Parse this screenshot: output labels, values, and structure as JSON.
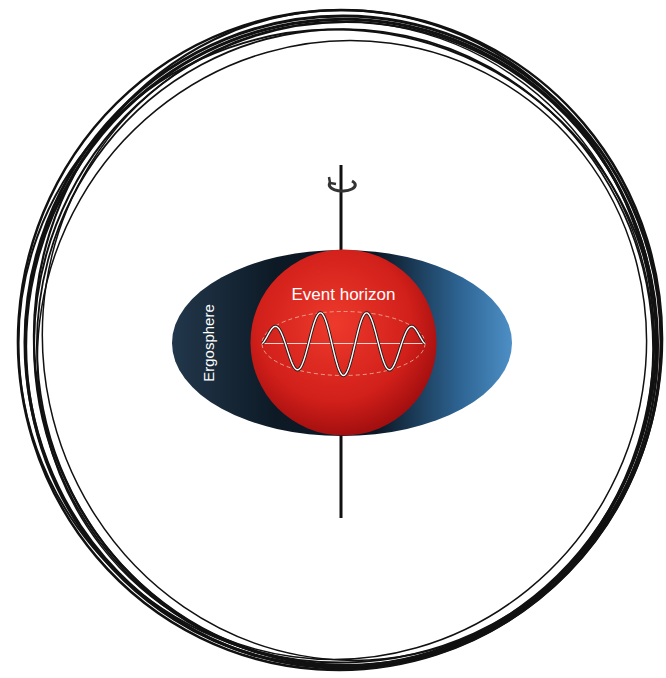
{
  "diagram": {
    "nodes": [
      {
        "text": [
          "Ergosphere"
        ]
      },
      {
        "text": [
          "Event horizon"
        ],
        "in": 0
      }
    ]
  }
}
